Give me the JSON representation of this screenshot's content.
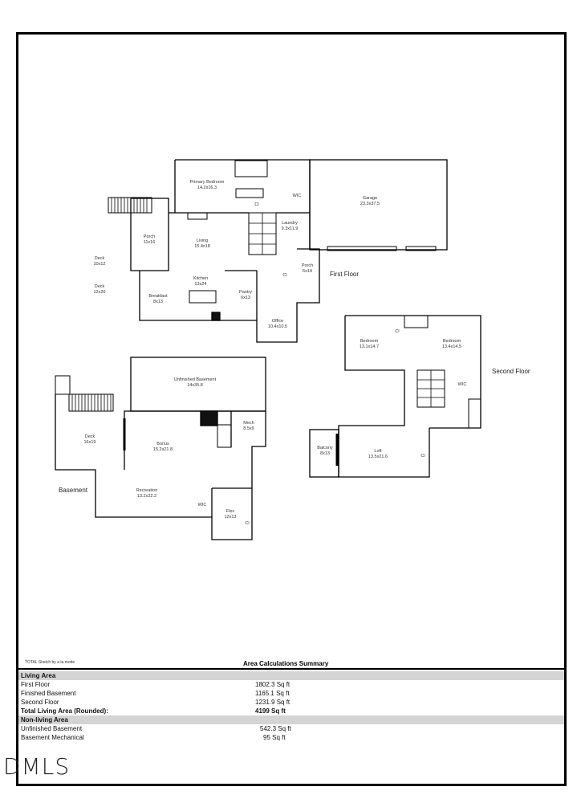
{
  "floor_plan": {
    "first_floor": {
      "label": "First Floor",
      "rooms": [
        {
          "name": "Primary Bedroom",
          "dims": "14.2x16.3"
        },
        {
          "name": "WIC",
          "dims": ""
        },
        {
          "name": "Cl",
          "dims": ""
        },
        {
          "name": "Garage",
          "dims": "23.3x37.5"
        },
        {
          "name": "Laundry",
          "dims": "9.3x11.9"
        },
        {
          "name": "Porch",
          "dims": "11x16"
        },
        {
          "name": "Living",
          "dims": "15.4x18"
        },
        {
          "name": "Porch",
          "dims": "6x14"
        },
        {
          "name": "Deck",
          "dims": "10x12"
        },
        {
          "name": "Deck",
          "dims": "12x20"
        },
        {
          "name": "Kitchen",
          "dims": "13x24"
        },
        {
          "name": "Breakfast",
          "dims": "8x13"
        },
        {
          "name": "Pantry",
          "dims": "6x13"
        },
        {
          "name": "Cl",
          "dims": ""
        },
        {
          "name": "Office",
          "dims": "10.4x10.5"
        }
      ]
    },
    "second_floor": {
      "label": "Second Floor",
      "rooms": [
        {
          "name": "Bedroom",
          "dims": "13.1x14.7"
        },
        {
          "name": "Cl",
          "dims": ""
        },
        {
          "name": "Bedroom",
          "dims": "13.4x14.5"
        },
        {
          "name": "WIC",
          "dims": ""
        },
        {
          "name": "Balcony",
          "dims": "8x13"
        },
        {
          "name": "Loft",
          "dims": "13.5x21.6"
        },
        {
          "name": "Cl",
          "dims": ""
        }
      ]
    },
    "basement": {
      "label": "Basement",
      "rooms": [
        {
          "name": "Unfinished Basement",
          "dims": "14x35.8"
        },
        {
          "name": "Deck",
          "dims": "16x19"
        },
        {
          "name": "Bonus",
          "dims": "15.2x21.8"
        },
        {
          "name": "Mech",
          "dims": "8.5x9"
        },
        {
          "name": "Recreation",
          "dims": "13.2x22.2"
        },
        {
          "name": "WIC",
          "dims": ""
        },
        {
          "name": "Flex",
          "dims": "12x13"
        },
        {
          "name": "Cl",
          "dims": ""
        }
      ]
    }
  },
  "footer": {
    "credit": "TOTAL Sketch by a la mode",
    "summary_title": "Area Calculations Summary"
  },
  "area_summary": {
    "living_header": "Living Area",
    "living": [
      {
        "label": "First Floor",
        "value": "1802.3 Sq ft"
      },
      {
        "label": "Finished Basement",
        "value": "1165.1 Sq ft"
      },
      {
        "label": "Second Floor",
        "value": "1231.9 Sq ft"
      }
    ],
    "total": {
      "label": "Total Living Area (Rounded):",
      "value": "4199 Sq ft"
    },
    "nonliving_header": "Non-living Area",
    "nonliving": [
      {
        "label": "Unfinished Basement",
        "value": "542.3 Sq ft"
      },
      {
        "label": "Basement Mechanical",
        "value": "95 Sq ft"
      }
    ]
  },
  "watermark": "DMLS"
}
